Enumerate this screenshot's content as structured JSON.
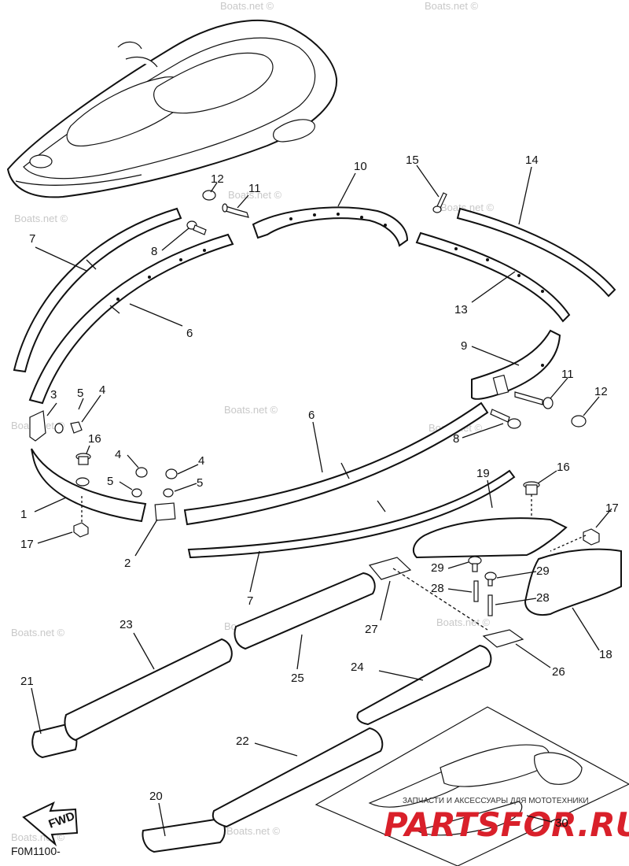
{
  "figure_code": "F0M1100-",
  "fwd_label": "FWD",
  "watermark": "Boats.net ©",
  "brand": {
    "logo_text": "PARTSFOR.RU",
    "tagline": "ЗАПЧАСТИ И АКСЕССУАРЫ ДЛЯ МОТОТЕХНИКИ"
  },
  "callouts": [
    "1",
    "2",
    "3",
    "4",
    "5",
    "6",
    "7",
    "8",
    "9",
    "10",
    "11",
    "12",
    "13",
    "14",
    "15",
    "16",
    "17",
    "18",
    "19",
    "20",
    "21",
    "22",
    "23",
    "24",
    "25",
    "26",
    "27",
    "28",
    "29",
    "30"
  ]
}
